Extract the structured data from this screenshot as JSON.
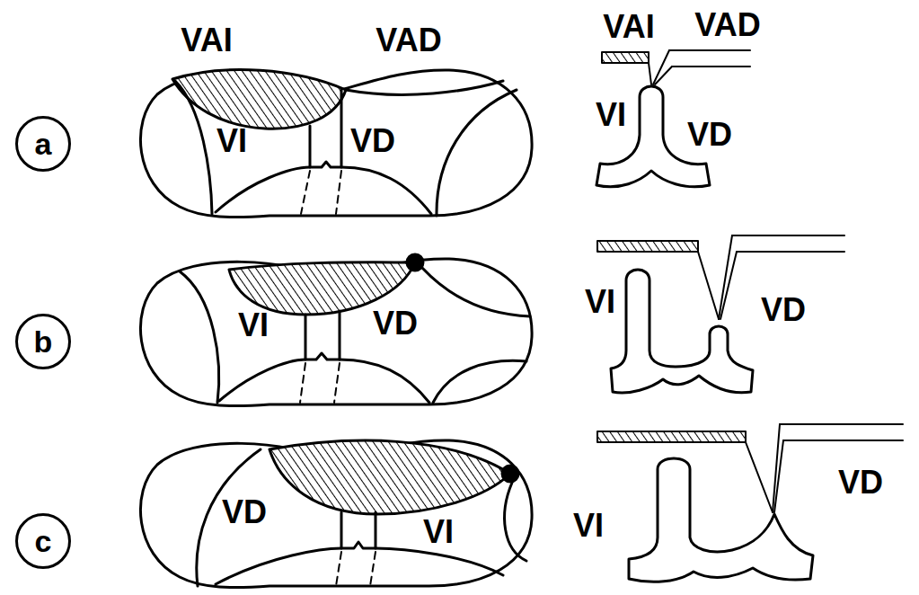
{
  "diagram": {
    "nodes": [
      {
        "text": [
          "a"
        ]
      },
      {
        "text": [
          "b"
        ]
      },
      {
        "text": [
          "c"
        ]
      }
    ],
    "labels": [
      "VAI",
      "VAD",
      "VAI",
      "VAD",
      "VI",
      "VD",
      "VI",
      "VD",
      "VI",
      "VD",
      "VI",
      "VD",
      "VD",
      "VI",
      "VI",
      "VD"
    ]
  }
}
